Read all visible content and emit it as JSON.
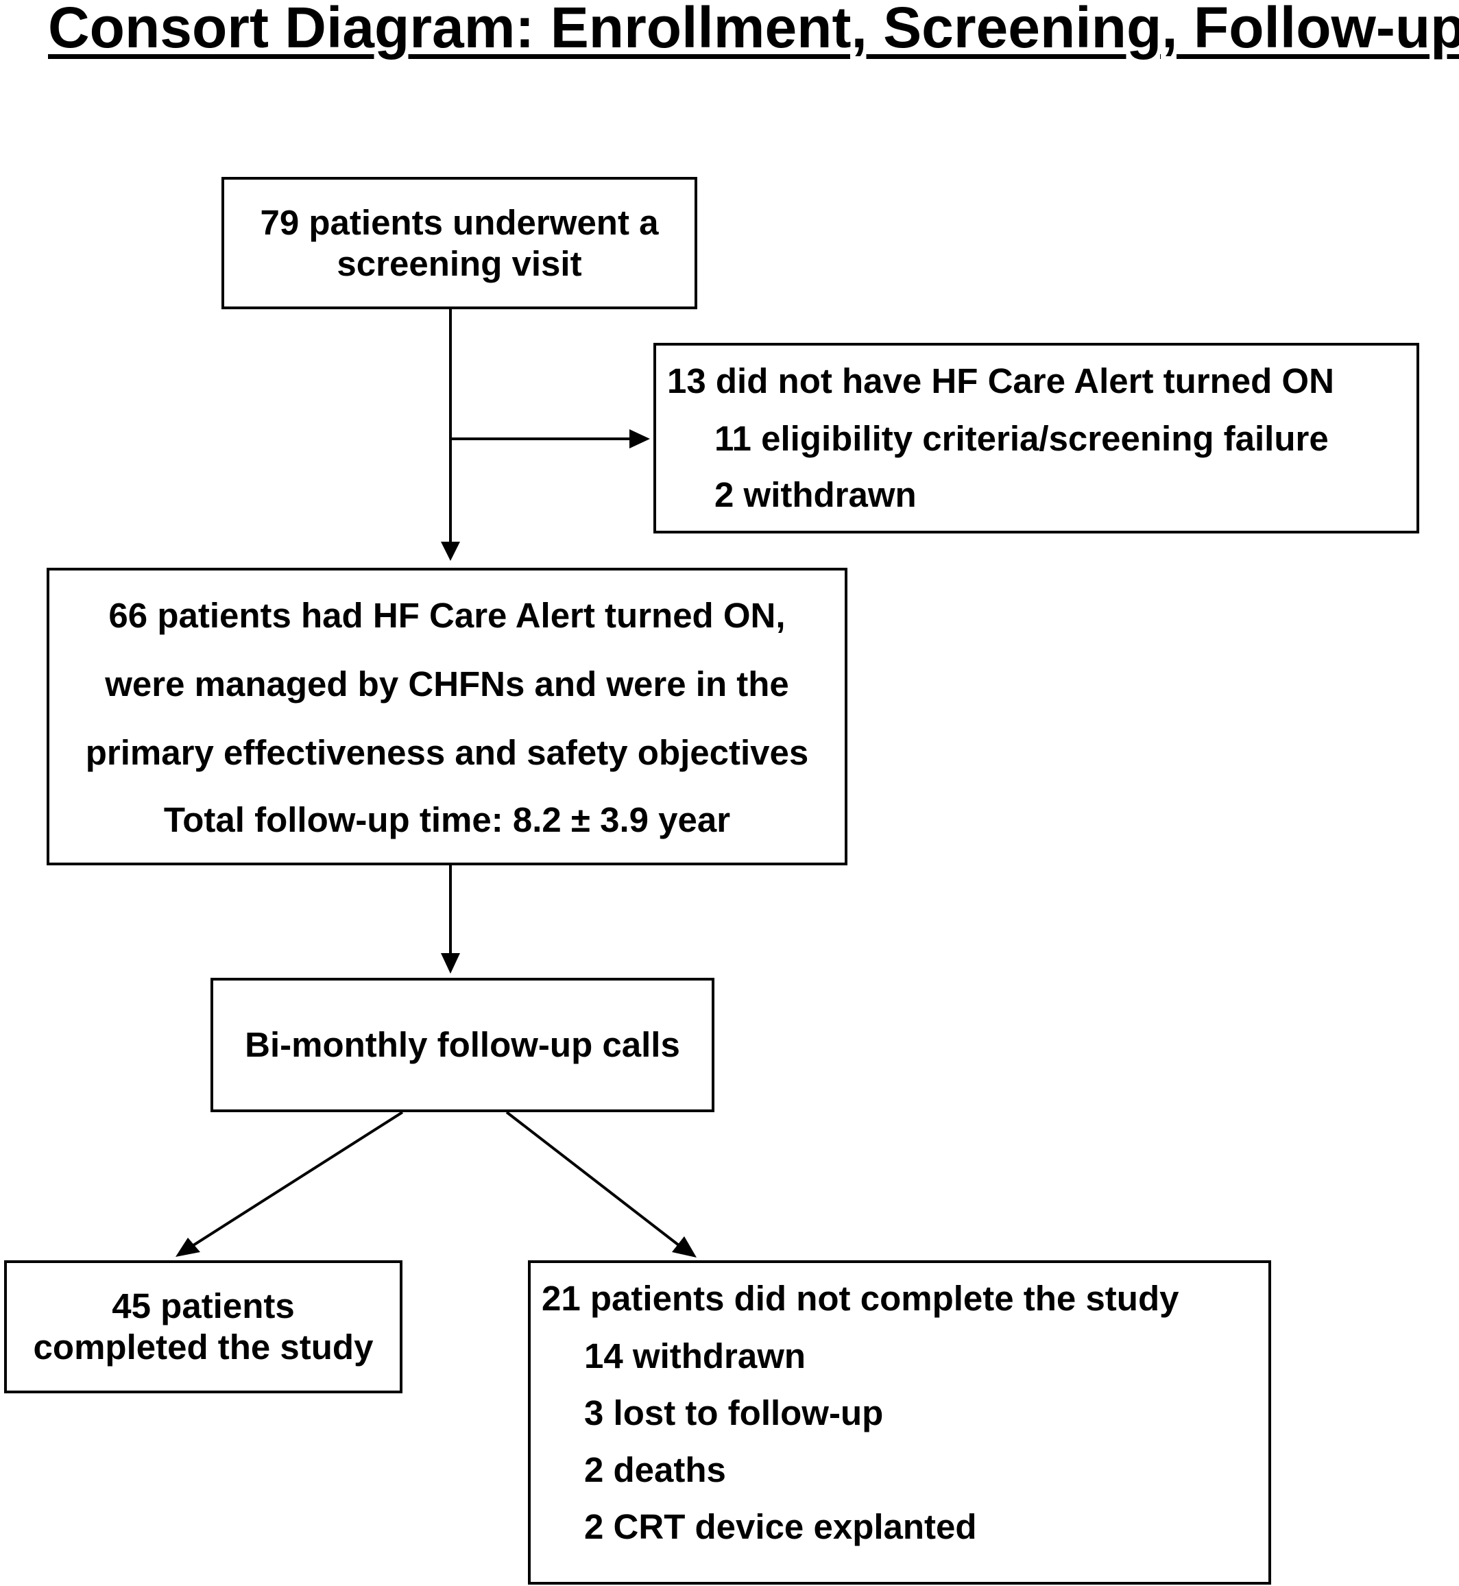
{
  "title": "Consort Diagram: Enrollment, Screening, Follow-up",
  "screening": {
    "lines": [
      "79 patients underwent a",
      "screening visit"
    ]
  },
  "excluded": {
    "heading": "13 did not have HF Care Alert turned ON",
    "items": [
      "11 eligibility criteria/screening failure",
      "2 withdrawn"
    ]
  },
  "enrolled": {
    "lines": [
      "66 patients had HF Care Alert turned ON,",
      "were managed by CHFNs and were in the",
      "primary effectiveness and safety objectives",
      "Total follow-up time:  8.2 ± 3.9 year"
    ]
  },
  "calls": {
    "label": "Bi-monthly follow-up calls"
  },
  "completed": {
    "lines": [
      "45 patients",
      "completed the study"
    ]
  },
  "not_completed": {
    "heading": "21 patients did not complete the study",
    "items": [
      "14 withdrawn",
      "3 lost to follow-up",
      "2 deaths",
      "2 CRT device explanted"
    ]
  }
}
